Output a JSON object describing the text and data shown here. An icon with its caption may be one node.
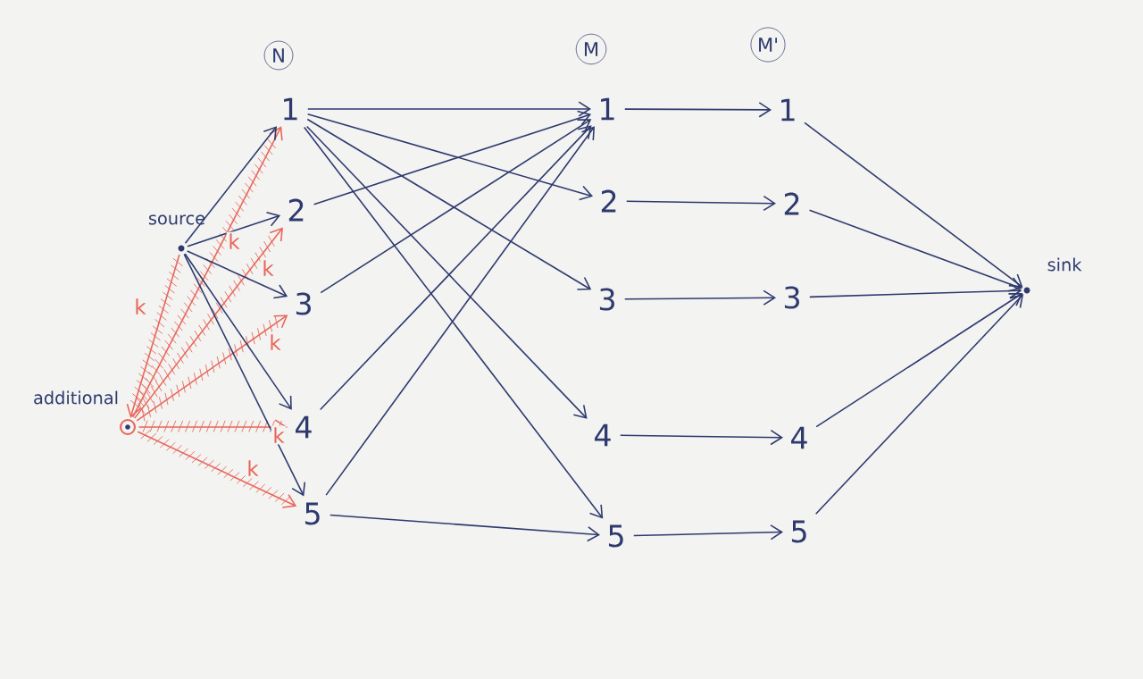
{
  "diagram": {
    "nodes": [
      {
        "text": [
          "N"
        ]
      },
      {
        "text": [
          "M"
        ]
      },
      {
        "text": [
          "M'"
        ]
      },
      {
        "text": [],
        "shape": "circle",
        "beside": [
          "source"
        ]
      },
      {
        "text": [],
        "shape": "circle",
        "beside": [
          "additional"
        ]
      },
      {
        "text": [
          "1"
        ]
      },
      {
        "text": [
          "2"
        ]
      },
      {
        "text": [
          "3"
        ]
      },
      {
        "text": [
          "4"
        ]
      },
      {
        "text": [
          "5"
        ]
      },
      {
        "text": [
          "1"
        ]
      },
      {
        "text": [
          "2"
        ]
      },
      {
        "text": [
          "3"
        ]
      },
      {
        "text": [
          "4"
        ]
      },
      {
        "text": [
          "5"
        ]
      },
      {
        "text": [
          "1"
        ]
      },
      {
        "text": [
          "2"
        ]
      },
      {
        "text": [
          "3"
        ]
      },
      {
        "text": [
          "4"
        ]
      },
      {
        "text": [
          "5"
        ]
      },
      {
        "text": [],
        "shape": "circle",
        "beside": [
          "sink"
        ]
      }
    ],
    "edges": [
      {
        "from": 3,
        "to": 4,
        "arrow": "to",
        "label": "k",
        "color": "#e8665a"
      },
      {
        "from": 4,
        "to": 5,
        "arrow": "to",
        "label": "k",
        "color": "#e8665a"
      },
      {
        "from": 4,
        "to": 6,
        "arrow": "to",
        "label": "k",
        "color": "#e8665a"
      },
      {
        "from": 4,
        "to": 7,
        "arrow": "to",
        "label": "k",
        "color": "#e8665a"
      },
      {
        "from": 4,
        "to": 8,
        "arrow": "to",
        "label": "k",
        "color": "#e8665a"
      },
      {
        "from": 4,
        "to": 9,
        "arrow": "to",
        "label": "k",
        "color": "#e8665a"
      },
      {
        "from": 3,
        "to": 5,
        "arrow": "to"
      },
      {
        "from": 3,
        "to": 6,
        "arrow": "to"
      },
      {
        "from": 3,
        "to": 7,
        "arrow": "to"
      },
      {
        "from": 3,
        "to": 8,
        "arrow": "to"
      },
      {
        "from": 3,
        "to": 9,
        "arrow": "to"
      },
      {
        "from": 5,
        "to": 10,
        "arrow": "to"
      },
      {
        "from": 5,
        "to": 11,
        "arrow": "to"
      },
      {
        "from": 5,
        "to": 12,
        "arrow": "to"
      },
      {
        "from": 5,
        "to": 13,
        "arrow": "to"
      },
      {
        "from": 5,
        "to": 14,
        "arrow": "to"
      },
      {
        "from": 6,
        "to": 10,
        "arrow": "to"
      },
      {
        "from": 7,
        "to": 10,
        "arrow": "to"
      },
      {
        "from": 8,
        "to": 10,
        "arrow": "to"
      },
      {
        "from": 9,
        "to": 10,
        "arrow": "to"
      },
      {
        "from": 9,
        "to": 14,
        "arrow": "to"
      },
      {
        "from": 10,
        "to": 15,
        "arrow": "to"
      },
      {
        "from": 11,
        "to": 16,
        "arrow": "to"
      },
      {
        "from": 12,
        "to": 17,
        "arrow": "to"
      },
      {
        "from": 13,
        "to": 18,
        "arrow": "to"
      },
      {
        "from": 14,
        "to": 19,
        "arrow": "to"
      },
      {
        "from": 15,
        "to": 20,
        "arrow": "to"
      },
      {
        "from": 16,
        "to": 20,
        "arrow": "to"
      },
      {
        "from": 17,
        "to": 20,
        "arrow": "to"
      },
      {
        "from": 18,
        "to": 20,
        "arrow": "to"
      },
      {
        "from": 19,
        "to": 20,
        "arrow": "to"
      }
    ]
  }
}
